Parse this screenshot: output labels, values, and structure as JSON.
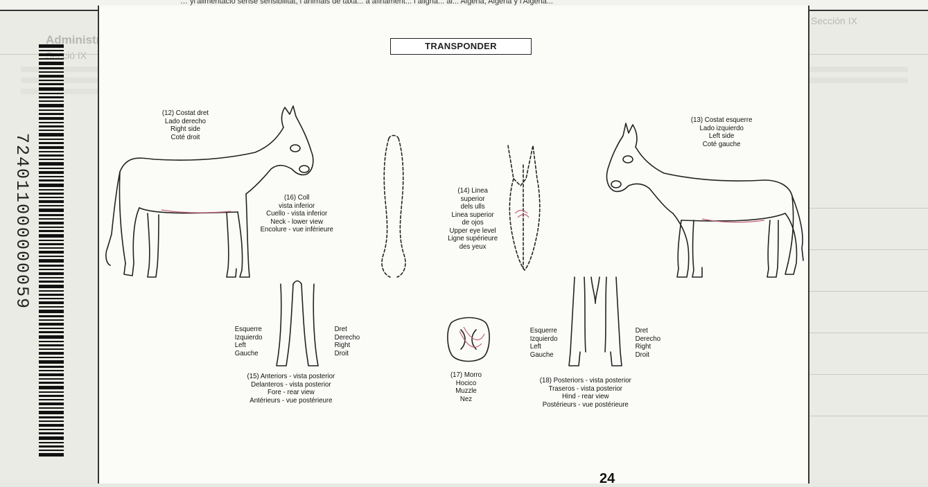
{
  "header_text": "… yl'alimentació sense sensibilitat, i animals de taxa... a afinament... i aligna... al... Algeria, Algeria y l'Algeria...",
  "background": {
    "left_heading": "Administració de medicaments veterinaris",
    "small_lines": [
      "Secció IX",
      "Sección IX"
    ]
  },
  "barcode": {
    "number": "724011000000059"
  },
  "sheet": {
    "title": "TRANSPONDER",
    "page_number": "24",
    "labels": {
      "right_side": [
        "(12) Costat dret",
        "Lado derecho",
        "Right side",
        "Coté droit"
      ],
      "left_side": [
        "(13) Costat esquerre",
        "Lado izquierdo",
        "Left side",
        "Coté gauche"
      ],
      "neck": [
        "(16) Coll",
        "vista inferior",
        "Cuello - vista inferior",
        "Neck - lower view",
        "Encolure - vue inférieure"
      ],
      "eye_level": [
        "(14) Linea",
        "superior",
        "dels ulls",
        "Linea superior",
        "de ojos",
        "Upper eye level",
        "Ligne supérieure",
        "des yeux"
      ],
      "fore_left": [
        "Esquerre",
        "Izquierdo",
        "Left",
        "Gauche"
      ],
      "fore_right": [
        "Dret",
        "Derecho",
        "Right",
        "Droit"
      ],
      "fore_caption": [
        "(15) Anteriors - vista posterior",
        "Delanteros - vista posterior",
        "Fore - rear view",
        "Antérieurs - vue postérieure"
      ],
      "muzzle": [
        "(17) Morro",
        "Hocico",
        "Muzzle",
        "Nez"
      ],
      "hind_left": [
        "Esquerre",
        "Izquierdo",
        "Left",
        "Gauche"
      ],
      "hind_right": [
        "Dret",
        "Derecho",
        "Right",
        "Droit"
      ],
      "hind_caption": [
        "(18) Posteriors - vista posterior",
        "Traseros - vista posterior",
        "Hind - rear view",
        "Postérieurs - vue postérieure"
      ]
    }
  },
  "colors": {
    "ink": "#222222",
    "marking": "#c0607a",
    "paper": "#fbfbf8",
    "background": "#ebebe5"
  }
}
